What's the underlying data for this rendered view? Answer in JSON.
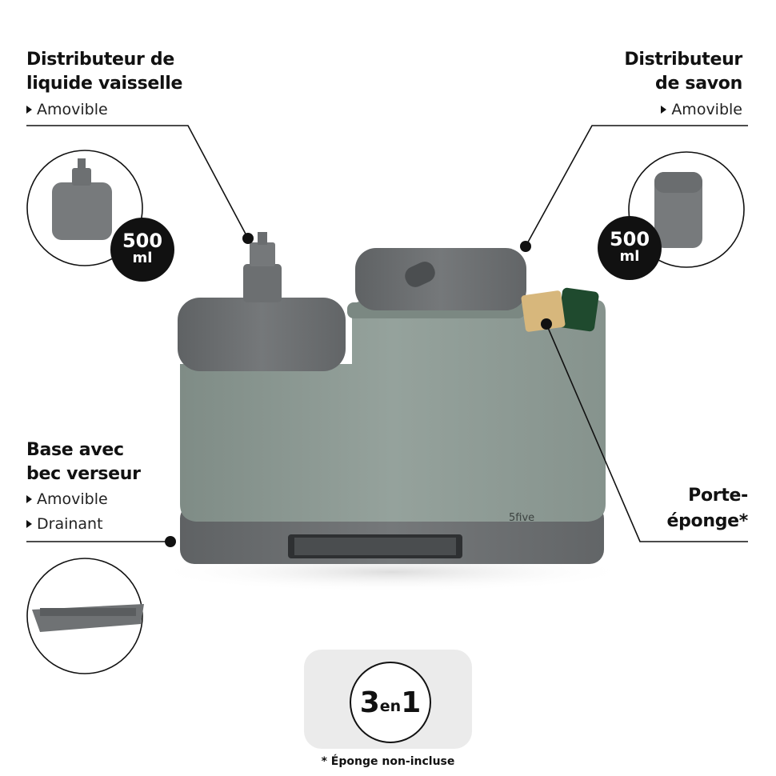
{
  "callouts": {
    "dish_dispenser": {
      "title_1": "Distributeur de",
      "title_2": "liquide vaisselle",
      "features": [
        "Amovible"
      ],
      "capacity": "500",
      "unit": "ml"
    },
    "soap_dispenser": {
      "title_1": "Distributeur",
      "title_2": "de savon",
      "features": [
        "Amovible"
      ],
      "capacity": "500",
      "unit": "ml"
    },
    "base": {
      "title_1": "Base avec",
      "title_2": "bec verseur",
      "features": [
        "Amovible",
        "Drainant"
      ]
    },
    "sponge_holder": {
      "title_1": "Porte-",
      "title_2": "éponge*"
    }
  },
  "badge_3en1": {
    "number": "3",
    "middle": "en",
    "number2": "1"
  },
  "footnote": "* Éponge non-incluse",
  "brand": "5five",
  "colors": {
    "body": "#8f9c96",
    "plastic": "#6d7072",
    "text": "#111111"
  }
}
